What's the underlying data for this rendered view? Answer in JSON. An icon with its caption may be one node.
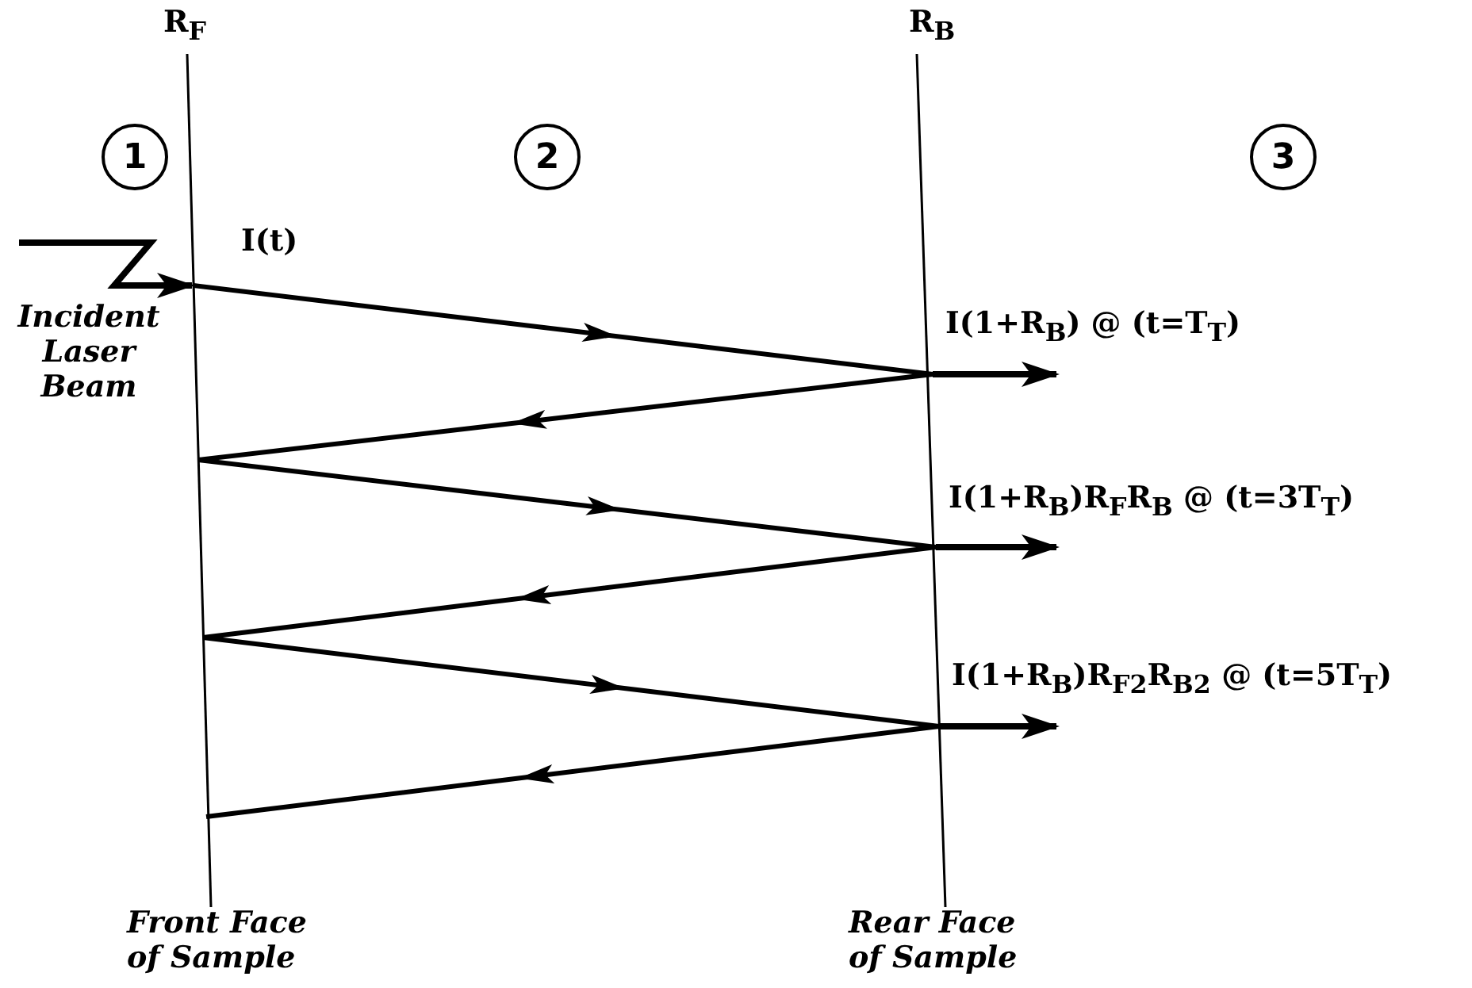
{
  "diagram": {
    "nodes": [
      {
        "text": [
          "R$_{F}$"
        ]
      },
      {
        "text": [
          "R$_{B}$"
        ]
      },
      {
        "text": [
          "1"
        ]
      },
      {
        "text": [
          "2"
        ]
      },
      {
        "text": [
          "3"
        ]
      },
      {
        "text": [
          "Front Face of Sample"
        ]
      },
      {
        "text": [
          "Rear Face of Sample"
        ]
      }
    ],
    "edges": [
      {
        "from": 0,
        "to": 5,
        "arrow": "none"
      },
      {
        "from": 1,
        "to": 6,
        "arrow": "none"
      }
    ],
    "labels": [
      "I(t)",
      "Incident Laser Beam",
      "I(1+R$_{B}$) @ (t=T$_{T}$)",
      "I(1+R$_{B}$)R$_{F}$R$_{B}$ @ (t=3T$_{T}$)",
      "I(1+R$_{B}$)R$_{F2}$R$_{B2}$ @ (t=5T$_{T}$)"
    ]
  }
}
